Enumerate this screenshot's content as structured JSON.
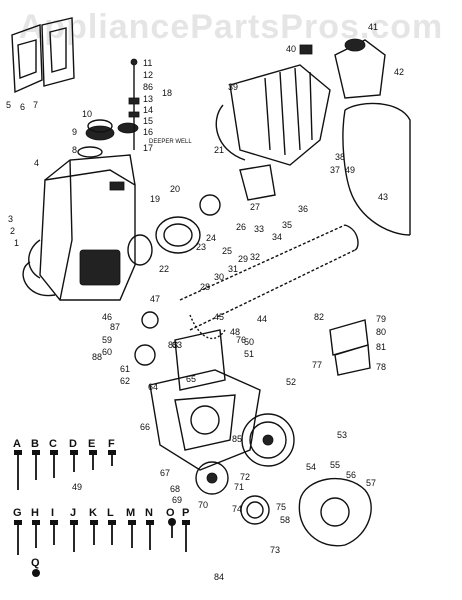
{
  "watermark": "AppliancePartsPros.com",
  "labels": {
    "n1": "1",
    "n2": "2",
    "n3": "3",
    "n4": "4",
    "n5": "5",
    "n6": "6",
    "n7": "7",
    "n8": "8",
    "n9": "9",
    "n10": "10",
    "n11": "11",
    "n12": "12",
    "n13": "13",
    "n14": "14",
    "n15": "15",
    "n16": "16",
    "n17": "17",
    "n18": "18",
    "n19": "19",
    "n20": "20",
    "n21": "21",
    "n22": "22",
    "n23": "23",
    "n24": "24",
    "n25": "25",
    "n26": "26",
    "n27": "27",
    "n28": "28",
    "n29": "29",
    "n30": "30",
    "n31": "31",
    "n32": "32",
    "n33": "33",
    "n34": "34",
    "n35": "35",
    "n36": "36",
    "n37": "37",
    "n38": "38",
    "n39": "39",
    "n40": "40",
    "n41": "41",
    "n42": "42",
    "n43": "43",
    "n44": "44",
    "n45": "45",
    "n46": "46",
    "n47": "47",
    "n48": "48",
    "n49": "49",
    "n50": "50",
    "n51": "51",
    "n52": "52",
    "n53": "53",
    "n54": "54",
    "n55": "55",
    "n56": "56",
    "n57": "57",
    "n58": "58",
    "n59": "59",
    "n60": "60",
    "n61": "61",
    "n62": "62",
    "n63": "63",
    "n64": "64",
    "n65": "65",
    "n66": "66",
    "n67": "67",
    "n68": "68",
    "n69": "69",
    "n70": "70",
    "n71": "71",
    "n72": "72",
    "n73": "73",
    "n74": "74",
    "n75": "75",
    "n76": "76",
    "n77": "77",
    "n78": "78",
    "n79": "79",
    "n80": "80",
    "n81": "81",
    "n82": "82",
    "n83": "83",
    "n84": "84",
    "n85": "85",
    "n86": "86",
    "n87": "87",
    "n88": "88",
    "deeper_well": "DEEPER WELL",
    "A": "A",
    "B": "B",
    "C": "C",
    "D": "D",
    "E": "E",
    "F": "F",
    "G": "G",
    "H": "H",
    "I": "I",
    "J": "J",
    "K": "K",
    "L": "L",
    "M": "M",
    "N": "N",
    "O": "O",
    "P": "P",
    "Q": "Q",
    "d49": "49"
  }
}
